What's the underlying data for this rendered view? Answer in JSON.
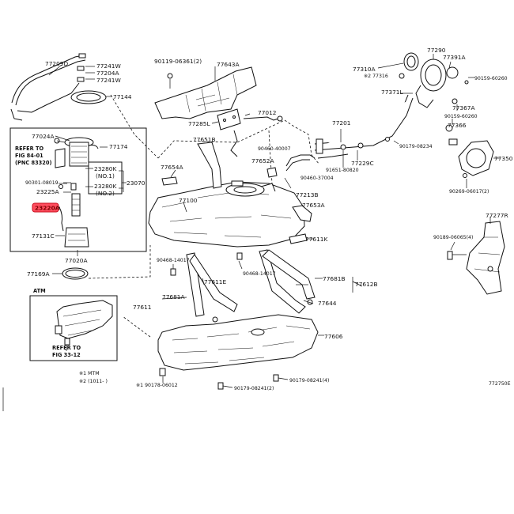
{
  "diagram": {
    "labels": {
      "p77209d": "77209D",
      "p77241w_a": "77241W",
      "p77204a": "77204A",
      "p77241w_b": "77241W",
      "p77144": "77144",
      "p90119": "90119-06361(2)",
      "p77643a": "77643A",
      "p77310a": "77310A",
      "p77316": "※2 77316",
      "p77290": "77290",
      "p77391a": "77391A",
      "p90159a": "90159-60260",
      "p77371l": "77371L",
      "p77367a": "77367A",
      "p77024a": "77024A",
      "p77174": "77174",
      "p77285l": "77285L",
      "p77012": "77012",
      "p77201": "77201",
      "p90159b": "90159-60260",
      "p77366": "77366",
      "p77350": "77350",
      "p90179a": "90179-08234",
      "p90460": "90460-40007",
      "p77651b": "77651B",
      "p77652a": "77652A",
      "p77229c": "77229C",
      "p91651": "91651-80820",
      "p90460b": "90460-37004",
      "p77213b": "77213B",
      "p77654a": "77654A",
      "p90269": "90269-06017(2)",
      "p77100": "77100",
      "p77653a": "77653A",
      "p77277r": "77277R",
      "p90189": "90189-06065(4)",
      "p77611k": "77611K",
      "p90468a": "90468-14017",
      "p90468b": "90468-14017",
      "p77611e": "77611E",
      "p77681b": "77681B",
      "p77612b": "77612B",
      "p77681a": "77681A",
      "p77644": "77644",
      "p77611": "77611",
      "p77606": "77606",
      "p90178": "※1 90178-06012",
      "p90179b": "90179-08241(2)",
      "p90179c": "90179-08241(4)",
      "p77020a": "77020A",
      "p77169a": "77169A",
      "p77131c": "77131C",
      "p23220a": "23220A",
      "p23225a": "23225A",
      "p90301": "90301-08019",
      "p23280k_1": "23280K",
      "p23280k_1n": "(NO.1)",
      "p23280k_2": "23280K",
      "p23280k_2n": "(NO.2)",
      "p23070": "23070",
      "ref1_a": "REFER TO",
      "ref1_b": "FIG 84-01",
      "ref1_c": "(PNC 83320)",
      "atm": "ATM",
      "ref2_a": "REFER TO",
      "ref2_b": "FIG 33-12",
      "note1": "※1 MTM",
      "note2": "※2 (1011-  )",
      "figno": "772750E"
    },
    "highlight_color": "#ff4d5e"
  }
}
